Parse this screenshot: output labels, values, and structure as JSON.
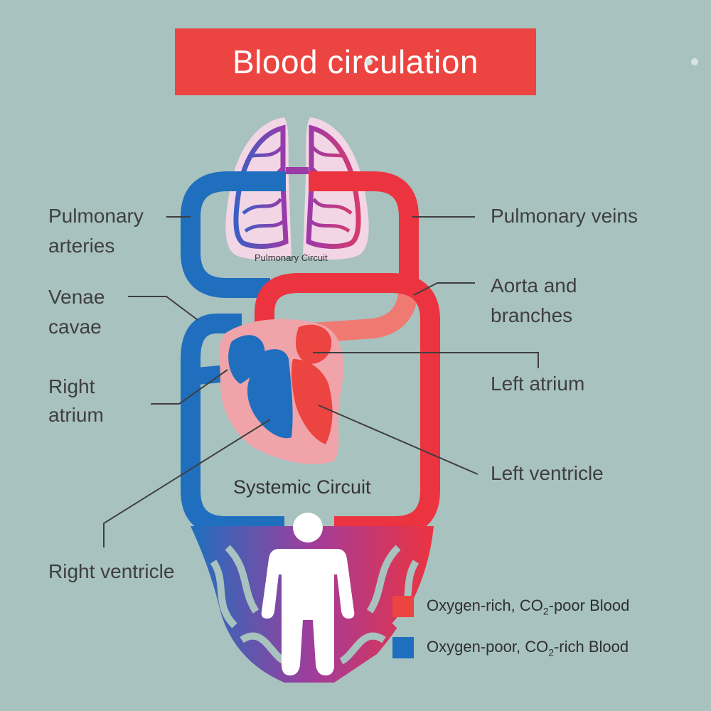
{
  "title": "Blood circulation",
  "labels": {
    "pulmonary_arteries_1": "Pulmonary",
    "pulmonary_arteries_2": "arteries",
    "venae_cavae_1": "Venae",
    "venae_cavae_2": "cavae",
    "right_atrium_1": "Right",
    "right_atrium_2": "atrium",
    "right_ventricle": "Right ventricle",
    "pulmonary_veins": "Pulmonary veins",
    "aorta_1": "Aorta and",
    "aorta_2": "branches",
    "left_atrium": "Left atrium",
    "left_ventricle": "Left ventricle"
  },
  "circuits": {
    "pulmonary": "Pulmonary Circuit",
    "systemic": "Systemic Circuit"
  },
  "legend": [
    {
      "before": "Oxygen-rich, CO",
      "sub": "2",
      "after": "-poor Blood",
      "color": "#ec4440"
    },
    {
      "before": "Oxygen-poor, CO",
      "sub": "2",
      "after": "-rich Blood",
      "color": "#1f6fbe"
    }
  ],
  "colors": {
    "background": "#a8c2bf",
    "oxygen_rich": "#ec4440",
    "oxygen_poor": "#1f6fbe",
    "lung_fill": "#f2d6e6",
    "heart_outline": "#f0a4aa"
  },
  "icons": {
    "person": "person-icon",
    "heart": "heart-icon",
    "lungs": "lungs-icon"
  }
}
